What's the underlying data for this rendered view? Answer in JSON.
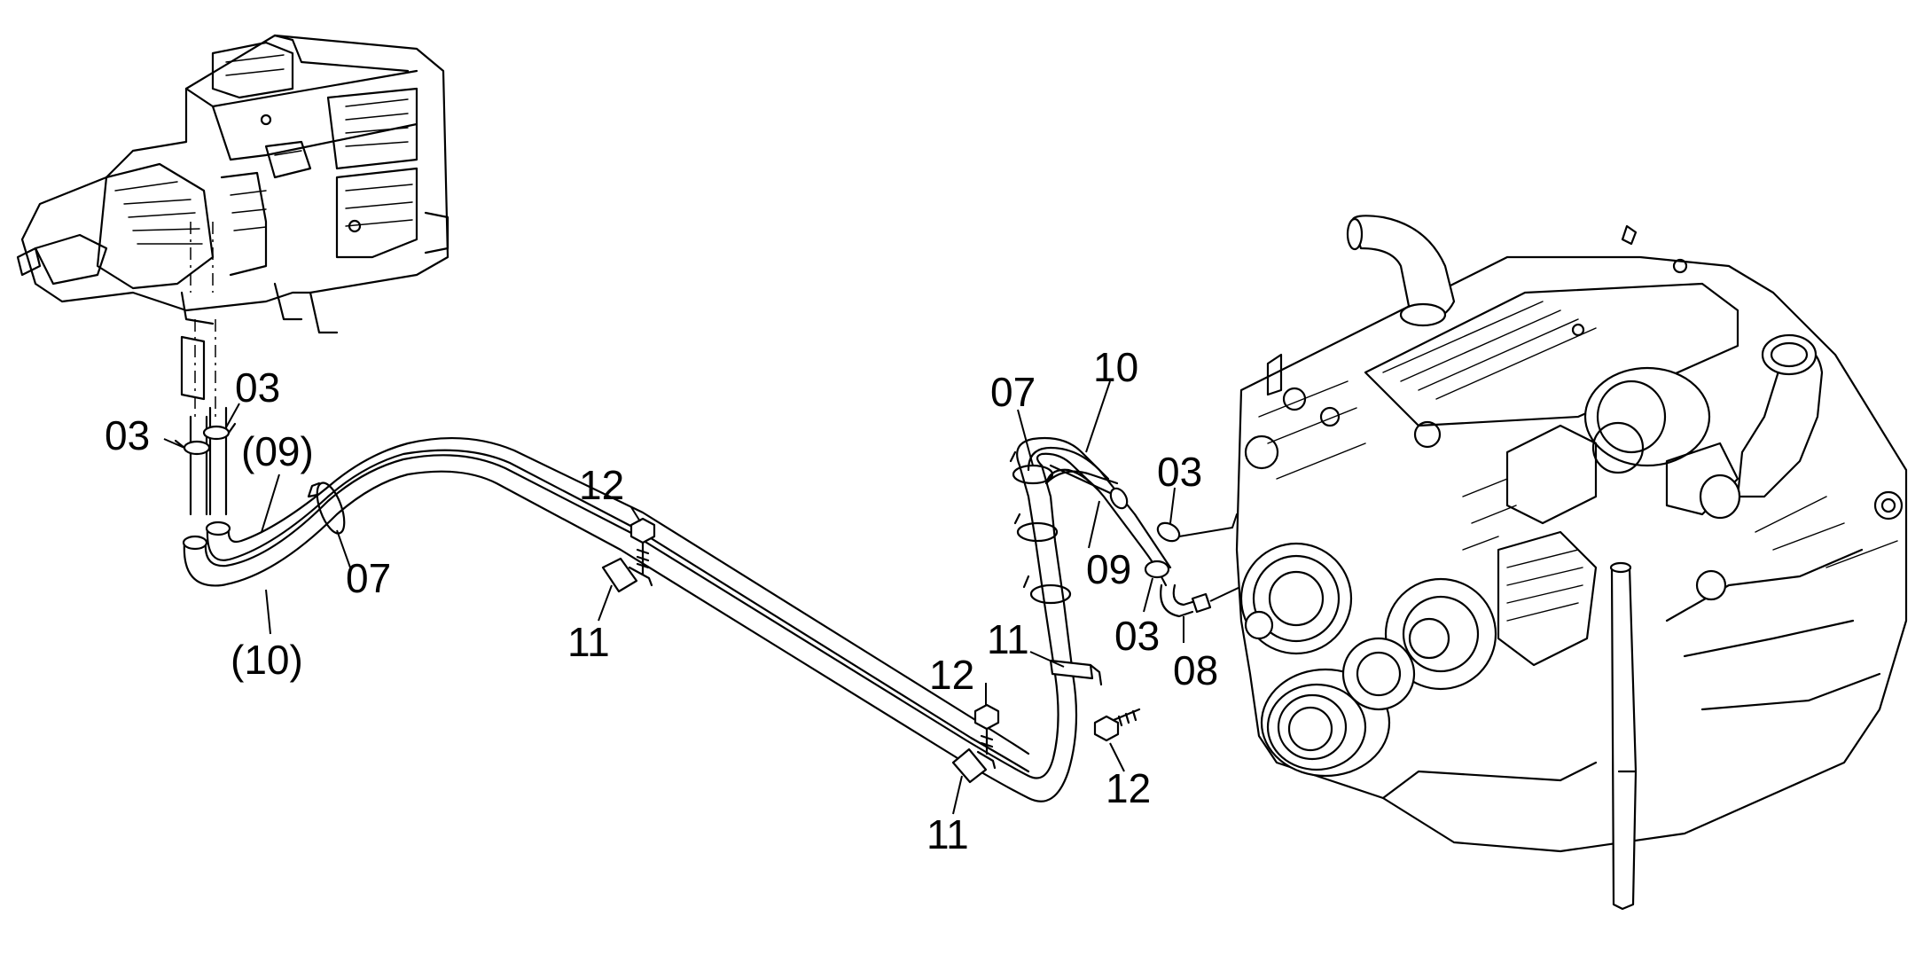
{
  "callouts": {
    "c03_left": "03",
    "c03_upper": "03",
    "c09_left": "(09)",
    "c07_left": "07",
    "c10_left": "(10)",
    "c12_mid": "12",
    "c11_mid": "11",
    "c07_right": "07",
    "c10_right": "10",
    "c09_right": "09",
    "c03_right_upper": "03",
    "c03_right_lower": "03",
    "c08_right": "08",
    "c11_right_upper": "11",
    "c12_right_lower": "12",
    "c12_right_upper": "12",
    "c11_right_lower": "11"
  }
}
